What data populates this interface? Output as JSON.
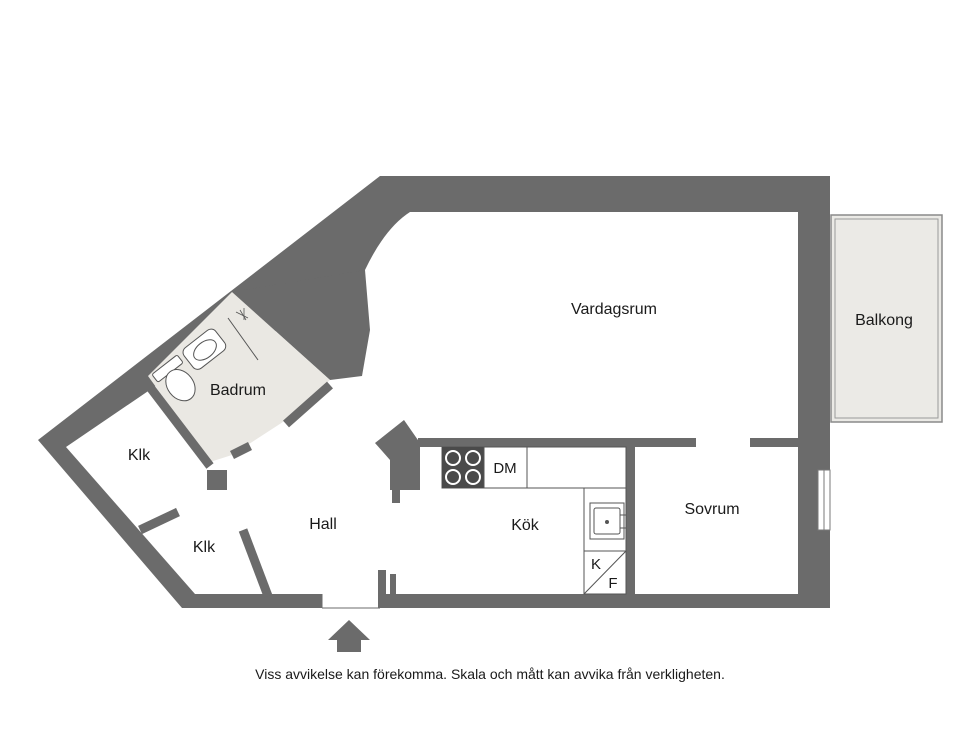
{
  "rooms": {
    "vardagsrum": "Vardagsrum",
    "balkong": "Balkong",
    "badrum": "Badrum",
    "klk_upper": "Klk",
    "klk_lower": "Klk",
    "hall": "Hall",
    "kok": "Kök",
    "sovrum": "Sovrum"
  },
  "fixtures": {
    "dishwasher": "DM",
    "fridge": "K",
    "freezer": "F"
  },
  "colors": {
    "wall": "#6b6b6b",
    "bathroom_floor": "#eae8e3",
    "balcony_floor": "#ebeae6"
  },
  "footer": {
    "disclaimer": "Viss avvikelse kan förekomma. Skala och mått kan avvika från verkligheten."
  }
}
